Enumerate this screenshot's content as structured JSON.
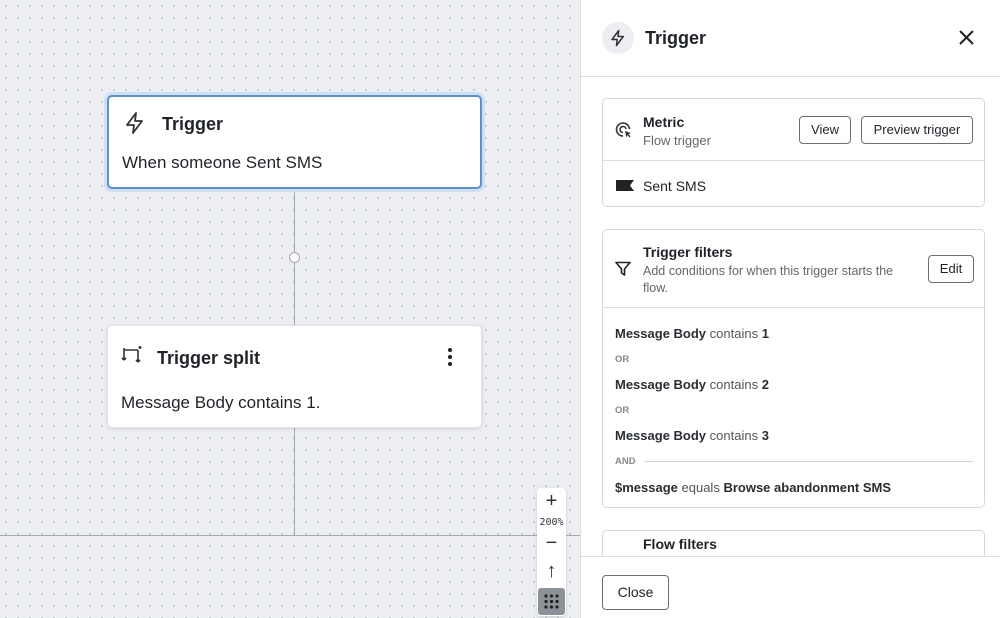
{
  "canvas": {
    "trigger_node": {
      "title": "Trigger",
      "body": "When someone Sent SMS",
      "icon": "lightning-icon"
    },
    "split_node": {
      "title": "Trigger split",
      "body": "Message Body contains 1.",
      "icon": "split-icon",
      "menu_icon": "kebab-icon"
    },
    "zoom": {
      "level": "200%",
      "zoom_in": "+",
      "zoom_out": "−",
      "up": "↑"
    }
  },
  "panel": {
    "title": "Trigger",
    "metric_card": {
      "title": "Metric",
      "subtitle": "Flow trigger",
      "view_label": "View",
      "preview_label": "Preview trigger",
      "metric_name": "Sent SMS"
    },
    "filters_card": {
      "title": "Trigger filters",
      "description": "Add conditions for when this trigger starts the flow.",
      "edit_label": "Edit",
      "conditions": [
        {
          "field": "Message Body",
          "op": "contains",
          "value": "1"
        },
        {
          "field": "Message Body",
          "op": "contains",
          "value": "2"
        },
        {
          "field": "Message Body",
          "op": "contains",
          "value": "3"
        },
        {
          "field": "$message",
          "op": "equals",
          "value": "Browse abandonment SMS"
        }
      ],
      "or_label": "OR",
      "and_label": "AND"
    },
    "flow_filters_title": "Flow filters",
    "close_label": "Close"
  }
}
